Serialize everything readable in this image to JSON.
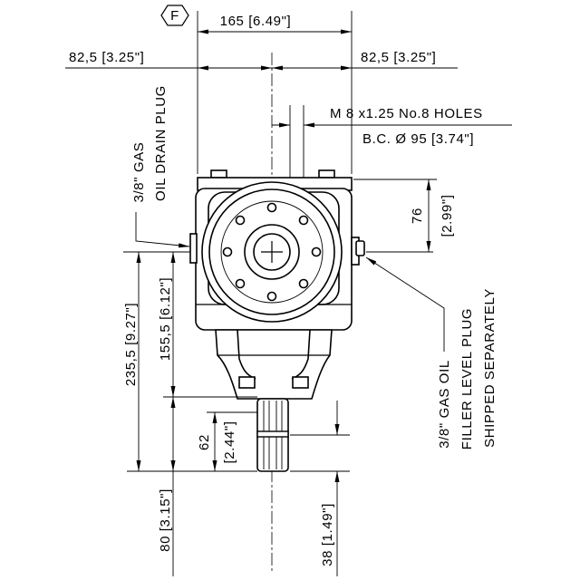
{
  "marker": "F",
  "dims": {
    "overall_width": "165 [6.49\"]",
    "half_width_left": "82,5 [3.25\"]",
    "half_width_right": "82,5 [3.25\"]",
    "holes_line1": "M 8 x1.25 No.8 HOLES",
    "holes_line2": "B.C. Ø 95 [3.74\"]",
    "h76": "76",
    "h76_in": "[2.99\"]",
    "h235": "235,5 [9.27\"]",
    "h155": "155,5 [6.12\"]",
    "h62": "62",
    "h62_in": "[2.44\"]",
    "h80": "80 [3.15\"]",
    "h38": "38 [1.49\"]"
  },
  "notes": {
    "drain_line1": "3/8\" GAS",
    "drain_line2": "OIL DRAIN PLUG",
    "filler_line1": "3/8\" GAS OIL",
    "filler_line2": "FILLER LEVEL PLUG",
    "filler_line3": "SHIPPED SEPARATELY"
  },
  "colors": {
    "line": "#000000",
    "background": "#ffffff"
  }
}
